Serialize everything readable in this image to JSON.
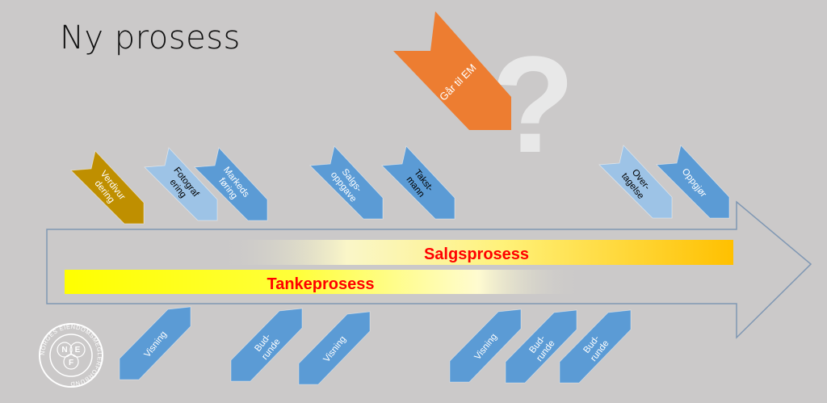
{
  "title": "Ny prosess",
  "question_mark": "?",
  "orange_tag": {
    "label": "Går til EM",
    "color": "#ed7d31"
  },
  "bars": {
    "salgsprosess": {
      "label": "Salgsprosess",
      "text_color": "#ff0000",
      "start_color": "#ffc000"
    },
    "tankeprosess": {
      "label": "Tankeprosess",
      "text_color": "#ff0000",
      "start_color": "#ffff00"
    }
  },
  "top_steps": [
    {
      "name": "verdivurdering",
      "lines": [
        "Verdivur",
        "dering"
      ],
      "color": "#bf8f00",
      "text_color": "#ffffff"
    },
    {
      "name": "fotografering",
      "lines": [
        "Fotograf",
        "ering"
      ],
      "color": "#9dc3e6",
      "text_color": "#000000"
    },
    {
      "name": "markedsforing",
      "lines": [
        "Markeds",
        "føring"
      ],
      "color": "#5b9bd5",
      "text_color": "#ffffff"
    },
    {
      "name": "salgsoppgave",
      "lines": [
        "Salgs-",
        "oppgave"
      ],
      "color": "#5b9bd5",
      "text_color": "#ffffff"
    },
    {
      "name": "takstmann",
      "lines": [
        "Takst-",
        "mann"
      ],
      "color": "#5b9bd5",
      "text_color": "#000000"
    },
    {
      "name": "overtagelse",
      "lines": [
        "Over-",
        "tagelse"
      ],
      "color": "#9dc3e6",
      "text_color": "#000000"
    },
    {
      "name": "oppgjor",
      "lines": [
        "Oppgjør"
      ],
      "color": "#5b9bd5",
      "text_color": "#ffffff"
    }
  ],
  "bottom_steps": [
    {
      "name": "visning-1",
      "lines": [
        "Visning"
      ]
    },
    {
      "name": "budrunde-1",
      "lines": [
        "Bud-",
        "runde"
      ]
    },
    {
      "name": "visning-2",
      "lines": [
        "Visning"
      ]
    },
    {
      "name": "visning-3",
      "lines": [
        "Visning"
      ]
    },
    {
      "name": "budrunde-2",
      "lines": [
        "Bud-",
        "runde"
      ]
    },
    {
      "name": "budrunde-3",
      "lines": [
        "Bud-",
        "runde"
      ]
    }
  ],
  "logo": {
    "letters": [
      "N",
      "E",
      "F"
    ],
    "ring_text": "NORGES EIENDOMSMEGLERFORBUND"
  }
}
